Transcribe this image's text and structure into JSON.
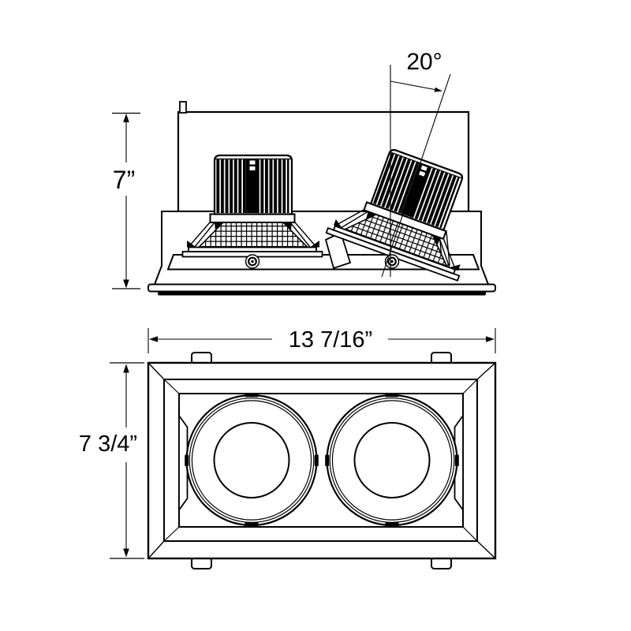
{
  "canvas": {
    "background": "#ffffff",
    "line_color": "#000000"
  },
  "side_view": {
    "tilt_angle": {
      "value": 20,
      "unit": "degrees",
      "label": "20°"
    },
    "height": {
      "value": 7,
      "unit": "inches",
      "label": "7”"
    }
  },
  "bottom_view": {
    "overall_width": {
      "value": "13 7/16",
      "unit": "inches",
      "label": "13 7/16”"
    },
    "overall_height": {
      "value": "7 3/4",
      "unit": "inches",
      "label": "7 3/4”"
    }
  }
}
